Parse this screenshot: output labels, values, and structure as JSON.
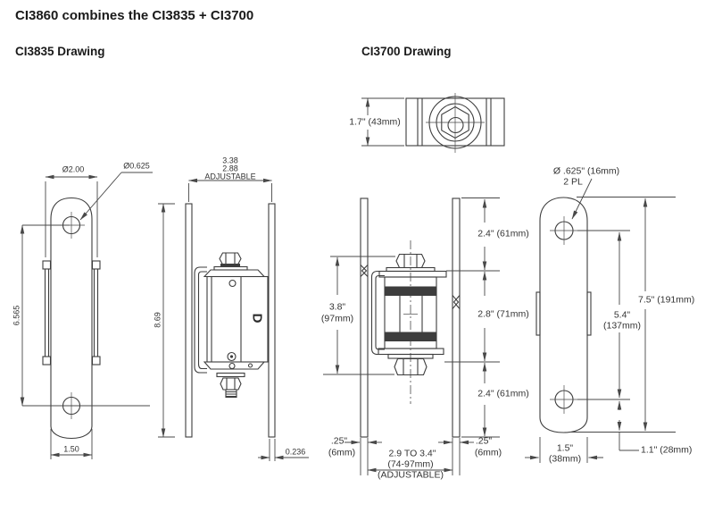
{
  "header": {
    "title": "CI3860 combines the CI3835 + CI3700",
    "left_drawing_title": "CI3835 Drawing",
    "right_drawing_title": "CI3700 Drawing"
  },
  "ci3835_front": {
    "width_dia": "Ø2.00",
    "hole_dia": "Ø0.625",
    "hole_spacing": "6.565",
    "plate_width": "1.50"
  },
  "ci3835_side": {
    "adjust_max": "3.38",
    "adjust_min": "2.88",
    "adjust_note": "ADJUSTABLE",
    "overall_height": "8.69",
    "bar_thickness": "0.236",
    "logo_letter": "D"
  },
  "ci3700_top": {
    "body_depth": "1.7\" (43mm)"
  },
  "ci3700_side": {
    "hinge_height_in": "3.8\"",
    "hinge_height_mm": "(97mm)",
    "top_clearance": "2.4\" (61mm)",
    "hinge_span": "2.8\" (71mm)",
    "bottom_clearance": "2.4\" (61mm)",
    "left_bar_in": ".25\"",
    "left_bar_mm": "(6mm)",
    "gap_range": "2.9 TO 3.4\"",
    "gap_range_mm": "(74-97mm)",
    "gap_note": "(ADJUSTABLE)",
    "right_bar_in": ".25\"",
    "right_bar_mm": "(6mm)"
  },
  "ci3700_plate": {
    "hole_dia": "Ø .625\" (16mm)",
    "hole_count": "2 PL",
    "overall_height": "7.5\" (191mm)",
    "hole_spacing_in": "5.4\"",
    "hole_spacing_mm": "(137mm)",
    "plate_width_in": "1.5\"",
    "plate_width_mm": "(38mm)",
    "bottom_offset": "1.1\" (28mm)"
  },
  "colors": {
    "line": "#3d3d3d",
    "text": "#333333",
    "title_text": "#1a1a1a",
    "background": "#ffffff"
  }
}
